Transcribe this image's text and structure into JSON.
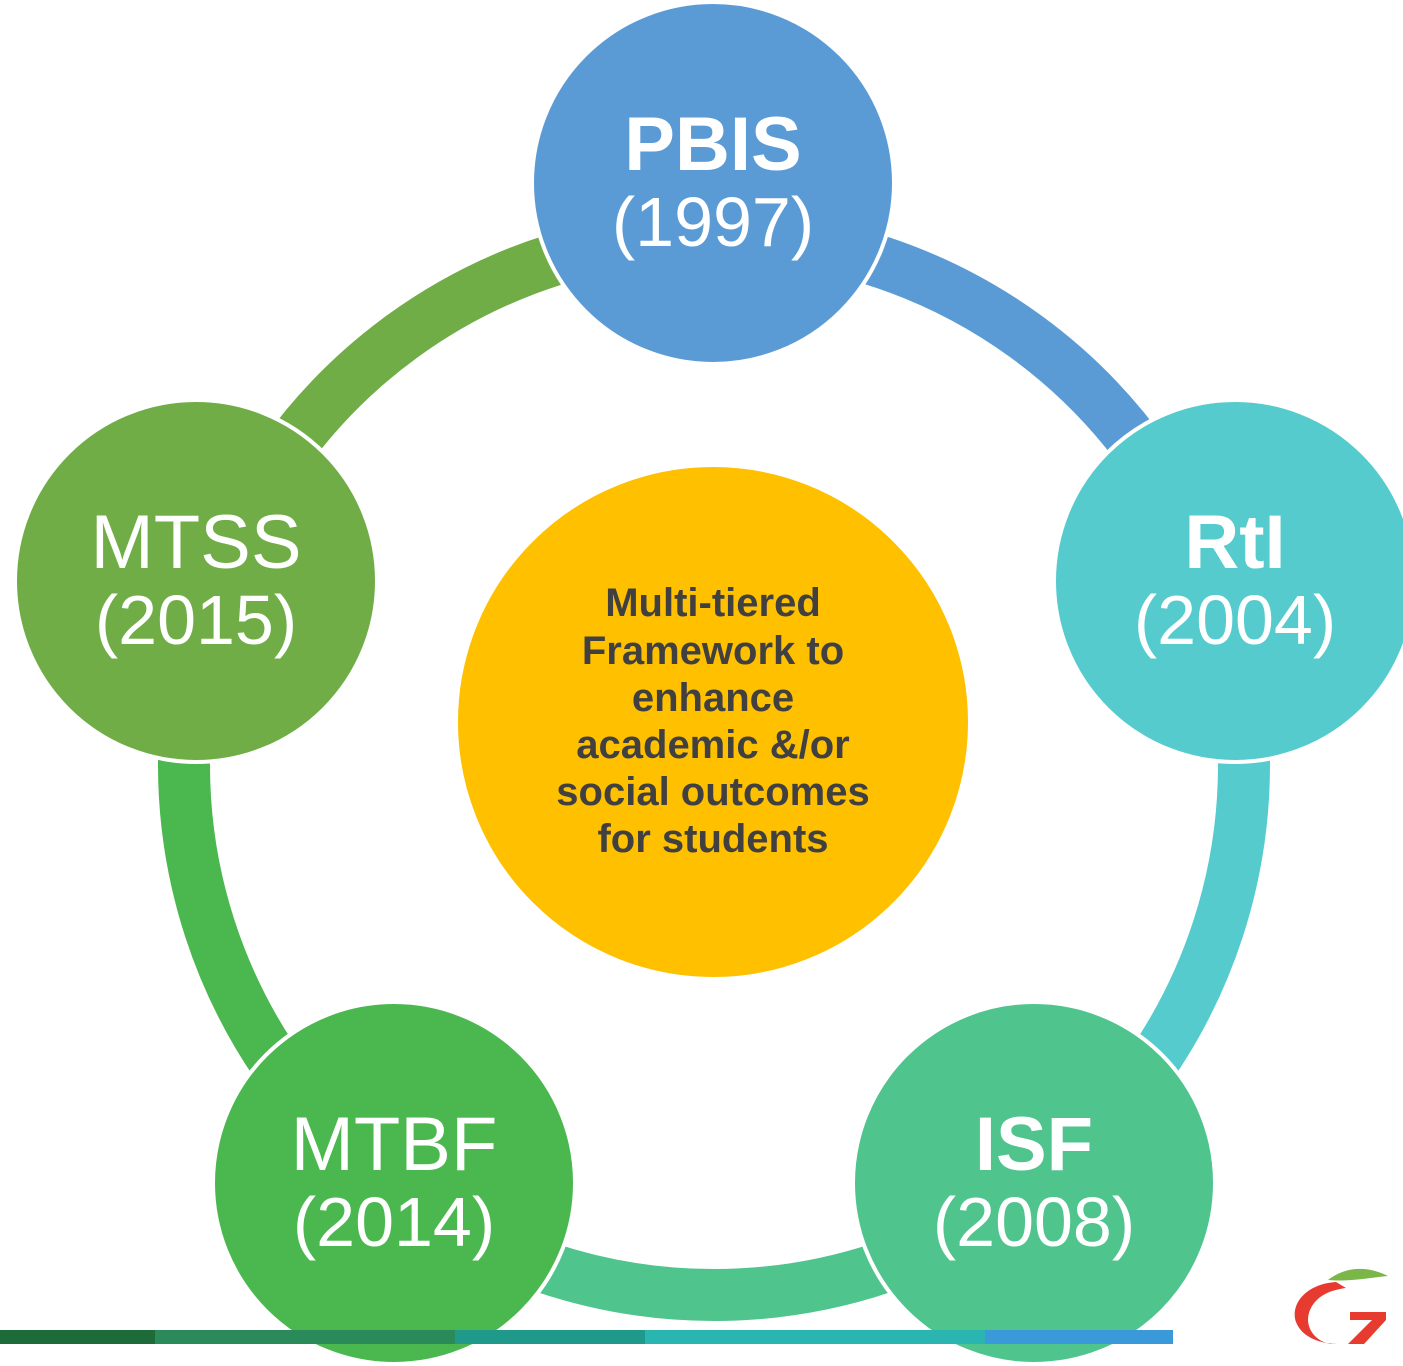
{
  "center": {
    "text": "Multi-tiered Framework to enhance academic &/or social outcomes for students",
    "color": "#ffc000"
  },
  "nodes": [
    {
      "id": "pbis",
      "name": "PBIS",
      "year": "(1997)",
      "color": "#5b9bd5",
      "name_bold": true
    },
    {
      "id": "rti",
      "name": "RtI",
      "year": "(2004)",
      "color": "#55cbcd",
      "name_bold": true
    },
    {
      "id": "isf",
      "name": "ISF",
      "year": "(2008)",
      "color": "#4fc48d",
      "name_bold": true
    },
    {
      "id": "mtbf",
      "name": "MTBF",
      "year": "(2014)",
      "color": "#4ab84f",
      "name_bold": false
    },
    {
      "id": "mtss",
      "name": "MTSS",
      "year": "(2015)",
      "color": "#70ad47",
      "name_bold": false
    }
  ],
  "ring_colors": [
    "#5b9bd5",
    "#55cbcd",
    "#4fc48d",
    "#4ab84f",
    "#70ad47"
  ],
  "footer_colors": [
    "#1e6b3a",
    "#2a8a5a",
    "#1f9a8a",
    "#2bb5b0",
    "#3a9ad9"
  ],
  "logo": {
    "icon": "apple-swoosh-logo",
    "colors": [
      "#e63b2e",
      "#7ab648"
    ]
  }
}
